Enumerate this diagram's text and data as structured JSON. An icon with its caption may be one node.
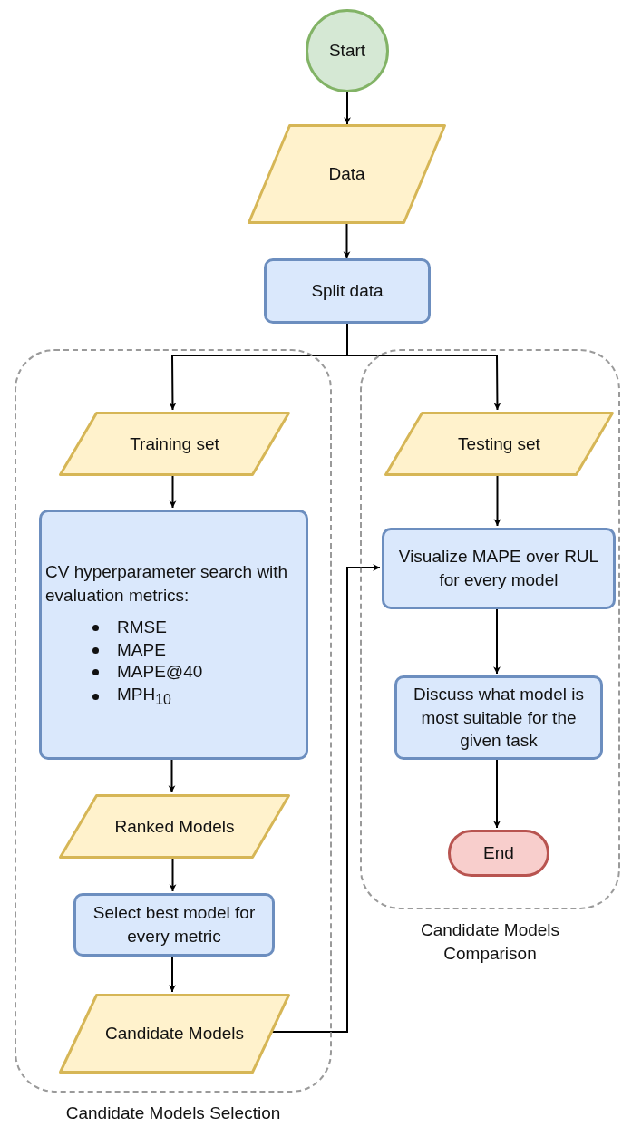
{
  "diagram": {
    "nodes": [
      {
        "text": [
          "Start"
        ]
      },
      {
        "text": [
          "Data"
        ]
      },
      {
        "text": [
          "Split data"
        ]
      },
      {
        "text": [
          "Candidate Models Selection"
        ]
      },
      {
        "text": [
          "Training set"
        ],
        "in": 3
      },
      {
        "text": [
          "CV hyperparameter search with evaluation metrics:",
          "RMSE",
          "MAPE",
          "MAPE@40",
          "MPH$_{10}$"
        ],
        "in": 3
      },
      {
        "text": [
          "Ranked Models"
        ],
        "in": 3
      },
      {
        "text": [
          "Select best model for every metric"
        ],
        "in": 3
      },
      {
        "text": [
          "Candidate Models"
        ],
        "in": 3
      },
      {
        "text": [
          "Candidate Models Comparison"
        ]
      },
      {
        "text": [
          "Testing set"
        ],
        "in": 9
      },
      {
        "text": [
          "Visualize MAPE over RUL for every model"
        ],
        "in": 9
      },
      {
        "text": [
          "Discuss what model is most suitable for the given task"
        ],
        "in": 9
      },
      {
        "text": [
          "End"
        ],
        "in": 9
      }
    ],
    "edges": [
      {
        "from": 0,
        "to": 1,
        "arrow": "to"
      },
      {
        "from": 1,
        "to": 2,
        "arrow": "to"
      },
      {
        "from": 2,
        "to": 4,
        "arrow": "to"
      },
      {
        "from": 2,
        "to": 10,
        "arrow": "to"
      },
      {
        "from": 4,
        "to": 5,
        "arrow": "to"
      },
      {
        "from": 5,
        "to": 6,
        "arrow": "to"
      },
      {
        "from": 6,
        "to": 7,
        "arrow": "to"
      },
      {
        "from": 7,
        "to": 8,
        "arrow": "to"
      },
      {
        "from": 8,
        "to": 11,
        "arrow": "to"
      },
      {
        "from": 10,
        "to": 11,
        "arrow": "to"
      },
      {
        "from": 11,
        "to": 12,
        "arrow": "to"
      },
      {
        "from": 12,
        "to": 13,
        "arrow": "to"
      }
    ]
  }
}
